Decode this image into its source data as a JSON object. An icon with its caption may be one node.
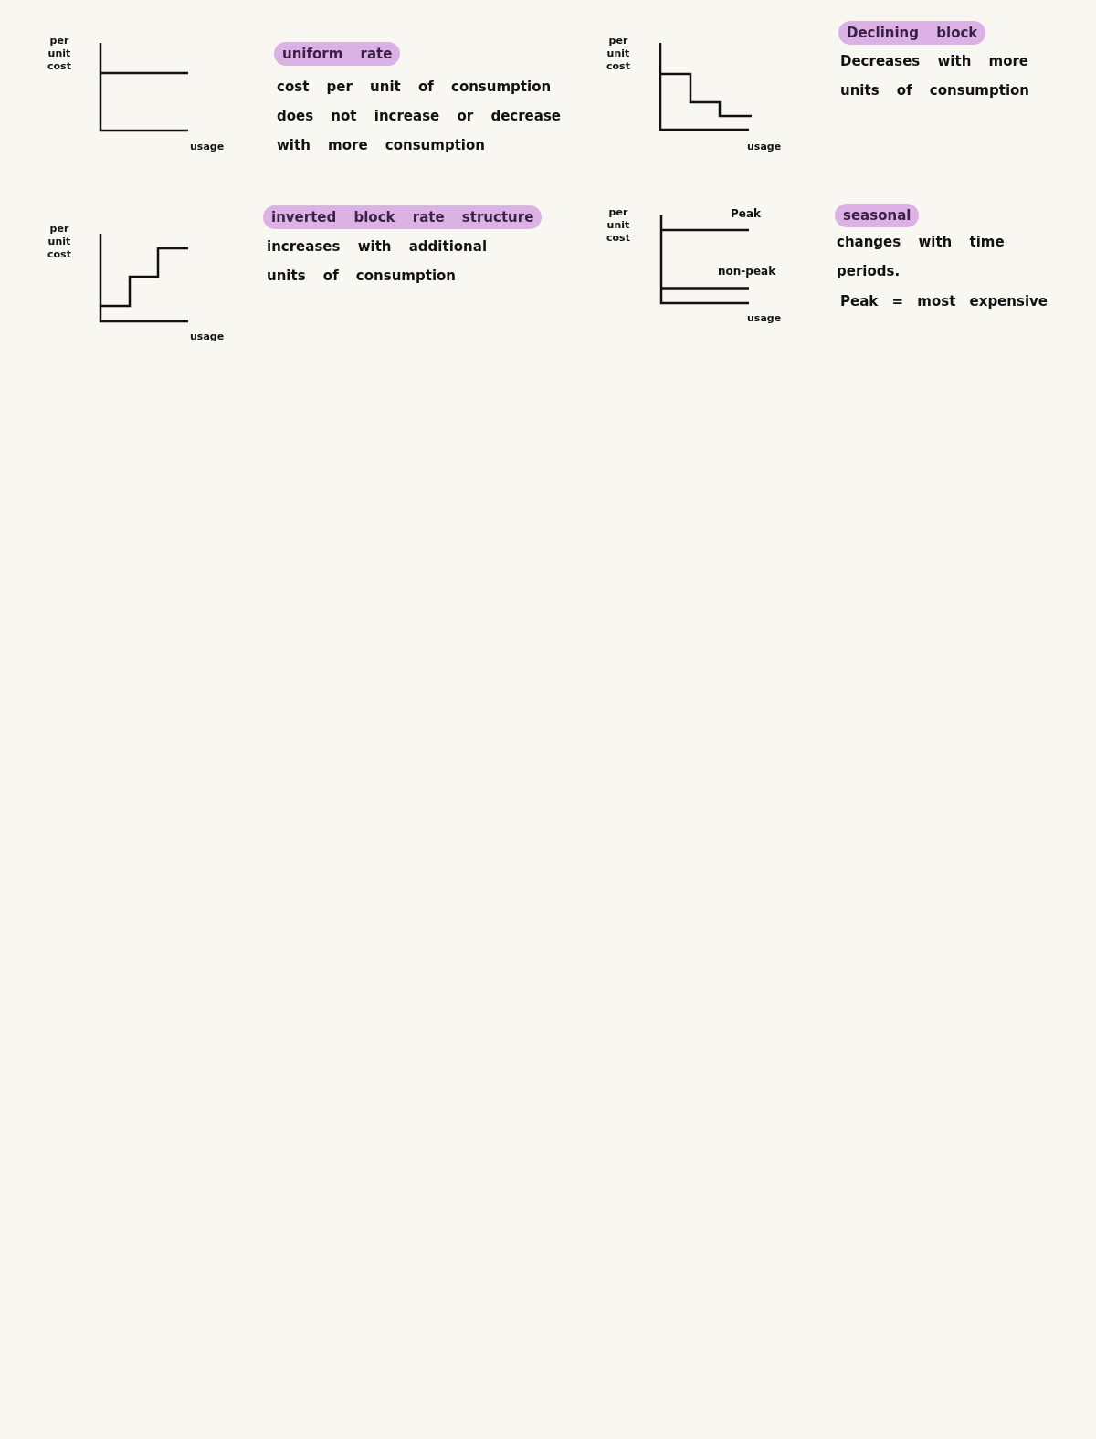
{
  "diagram": {
    "nodes": [
      {
        "text": [
          "uniform rate"
        ],
        "beside": [
          "cost per unit of consumption does not increase or decrease with more consumption"
        ]
      },
      {
        "text": [
          "Declining block"
        ],
        "beside": [
          "Decreases with more units of consumption"
        ]
      },
      {
        "text": [
          "inverted block rate structure"
        ],
        "beside": [
          "increases with additional units of consumption"
        ]
      },
      {
        "text": [
          "seasonal"
        ],
        "beside": [
          "changes with time periods.",
          "Peak = most expensive"
        ]
      }
    ],
    "labels": [
      "per unit cost",
      "usage",
      "per unit cost",
      "usage",
      "per unit cost",
      "usage",
      "per unit cost",
      "Peak",
      "non-peak",
      "usage"
    ]
  }
}
